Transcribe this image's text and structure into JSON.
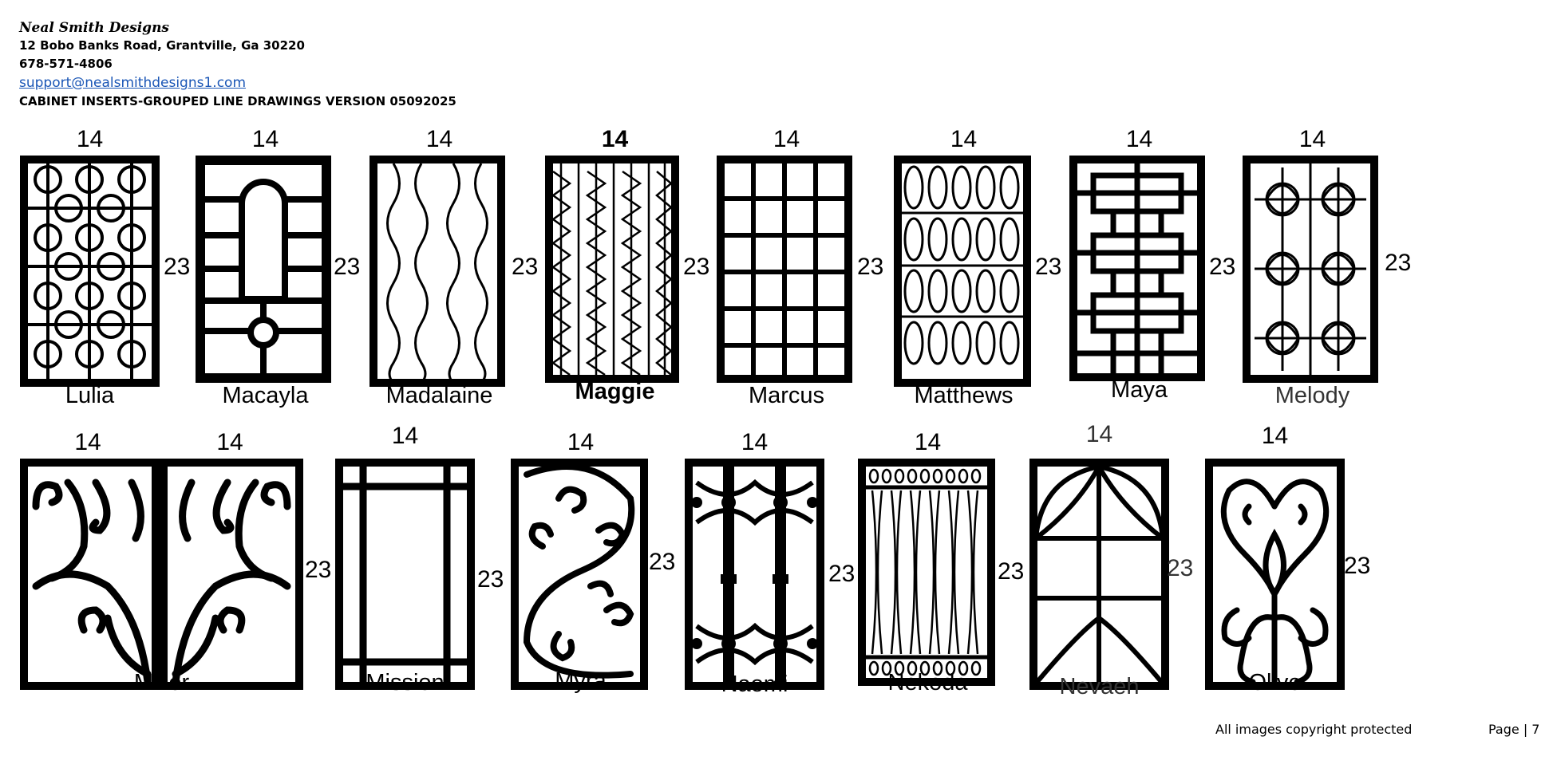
{
  "header": {
    "company": "Neal Smith Designs",
    "address": "12 Bobo Banks Road, Grantville, Ga 30220",
    "phone": "678-571-4806",
    "email": "support@nealsmithdesigns1.com",
    "doc_title": "CABINET INSERTS-GROUPED LINE DRAWINGS VERSION 05092025"
  },
  "inserts_row1": [
    {
      "name": "Lulia",
      "width": "14",
      "height": "23",
      "pattern": "circles-grid"
    },
    {
      "name": "Macayla",
      "width": "14",
      "height": "23",
      "pattern": "arch-window"
    },
    {
      "name": "Madalaine",
      "width": "14",
      "height": "23",
      "pattern": "wave-lattice"
    },
    {
      "name": "Maggie",
      "width": "14",
      "height": "23",
      "pattern": "hex-lattice"
    },
    {
      "name": "Marcus",
      "width": "14",
      "height": "23",
      "pattern": "grid"
    },
    {
      "name": "Matthews",
      "width": "14",
      "height": "23",
      "pattern": "ovals"
    },
    {
      "name": "Maya",
      "width": "14",
      "height": "23",
      "pattern": "fretwork"
    },
    {
      "name": "Melody",
      "width": "14",
      "height": "23",
      "pattern": "quatrefoil"
    }
  ],
  "inserts_row2": [
    {
      "name": "Miller",
      "width_left": "14",
      "width_right": "14",
      "height": "23",
      "pattern": "scroll-pair"
    },
    {
      "name": "Mission",
      "width": "14",
      "height": "23",
      "pattern": "mission"
    },
    {
      "name": "Myra",
      "width": "14",
      "height": "23",
      "pattern": "scrolls"
    },
    {
      "name": "Naomi",
      "width": "14",
      "height": "23",
      "pattern": "bars-rings"
    },
    {
      "name": "Nekoda",
      "width": "14",
      "height": "23",
      "pattern": "weave"
    },
    {
      "name": "Nevaeh",
      "width": "14",
      "height": "23",
      "pattern": "gothic-arch"
    },
    {
      "name": "Olive",
      "width": "14",
      "height": "23",
      "pattern": "heart-scroll"
    }
  ],
  "footer": {
    "copyright": "All images copyright protected",
    "page": "Page | 7"
  }
}
